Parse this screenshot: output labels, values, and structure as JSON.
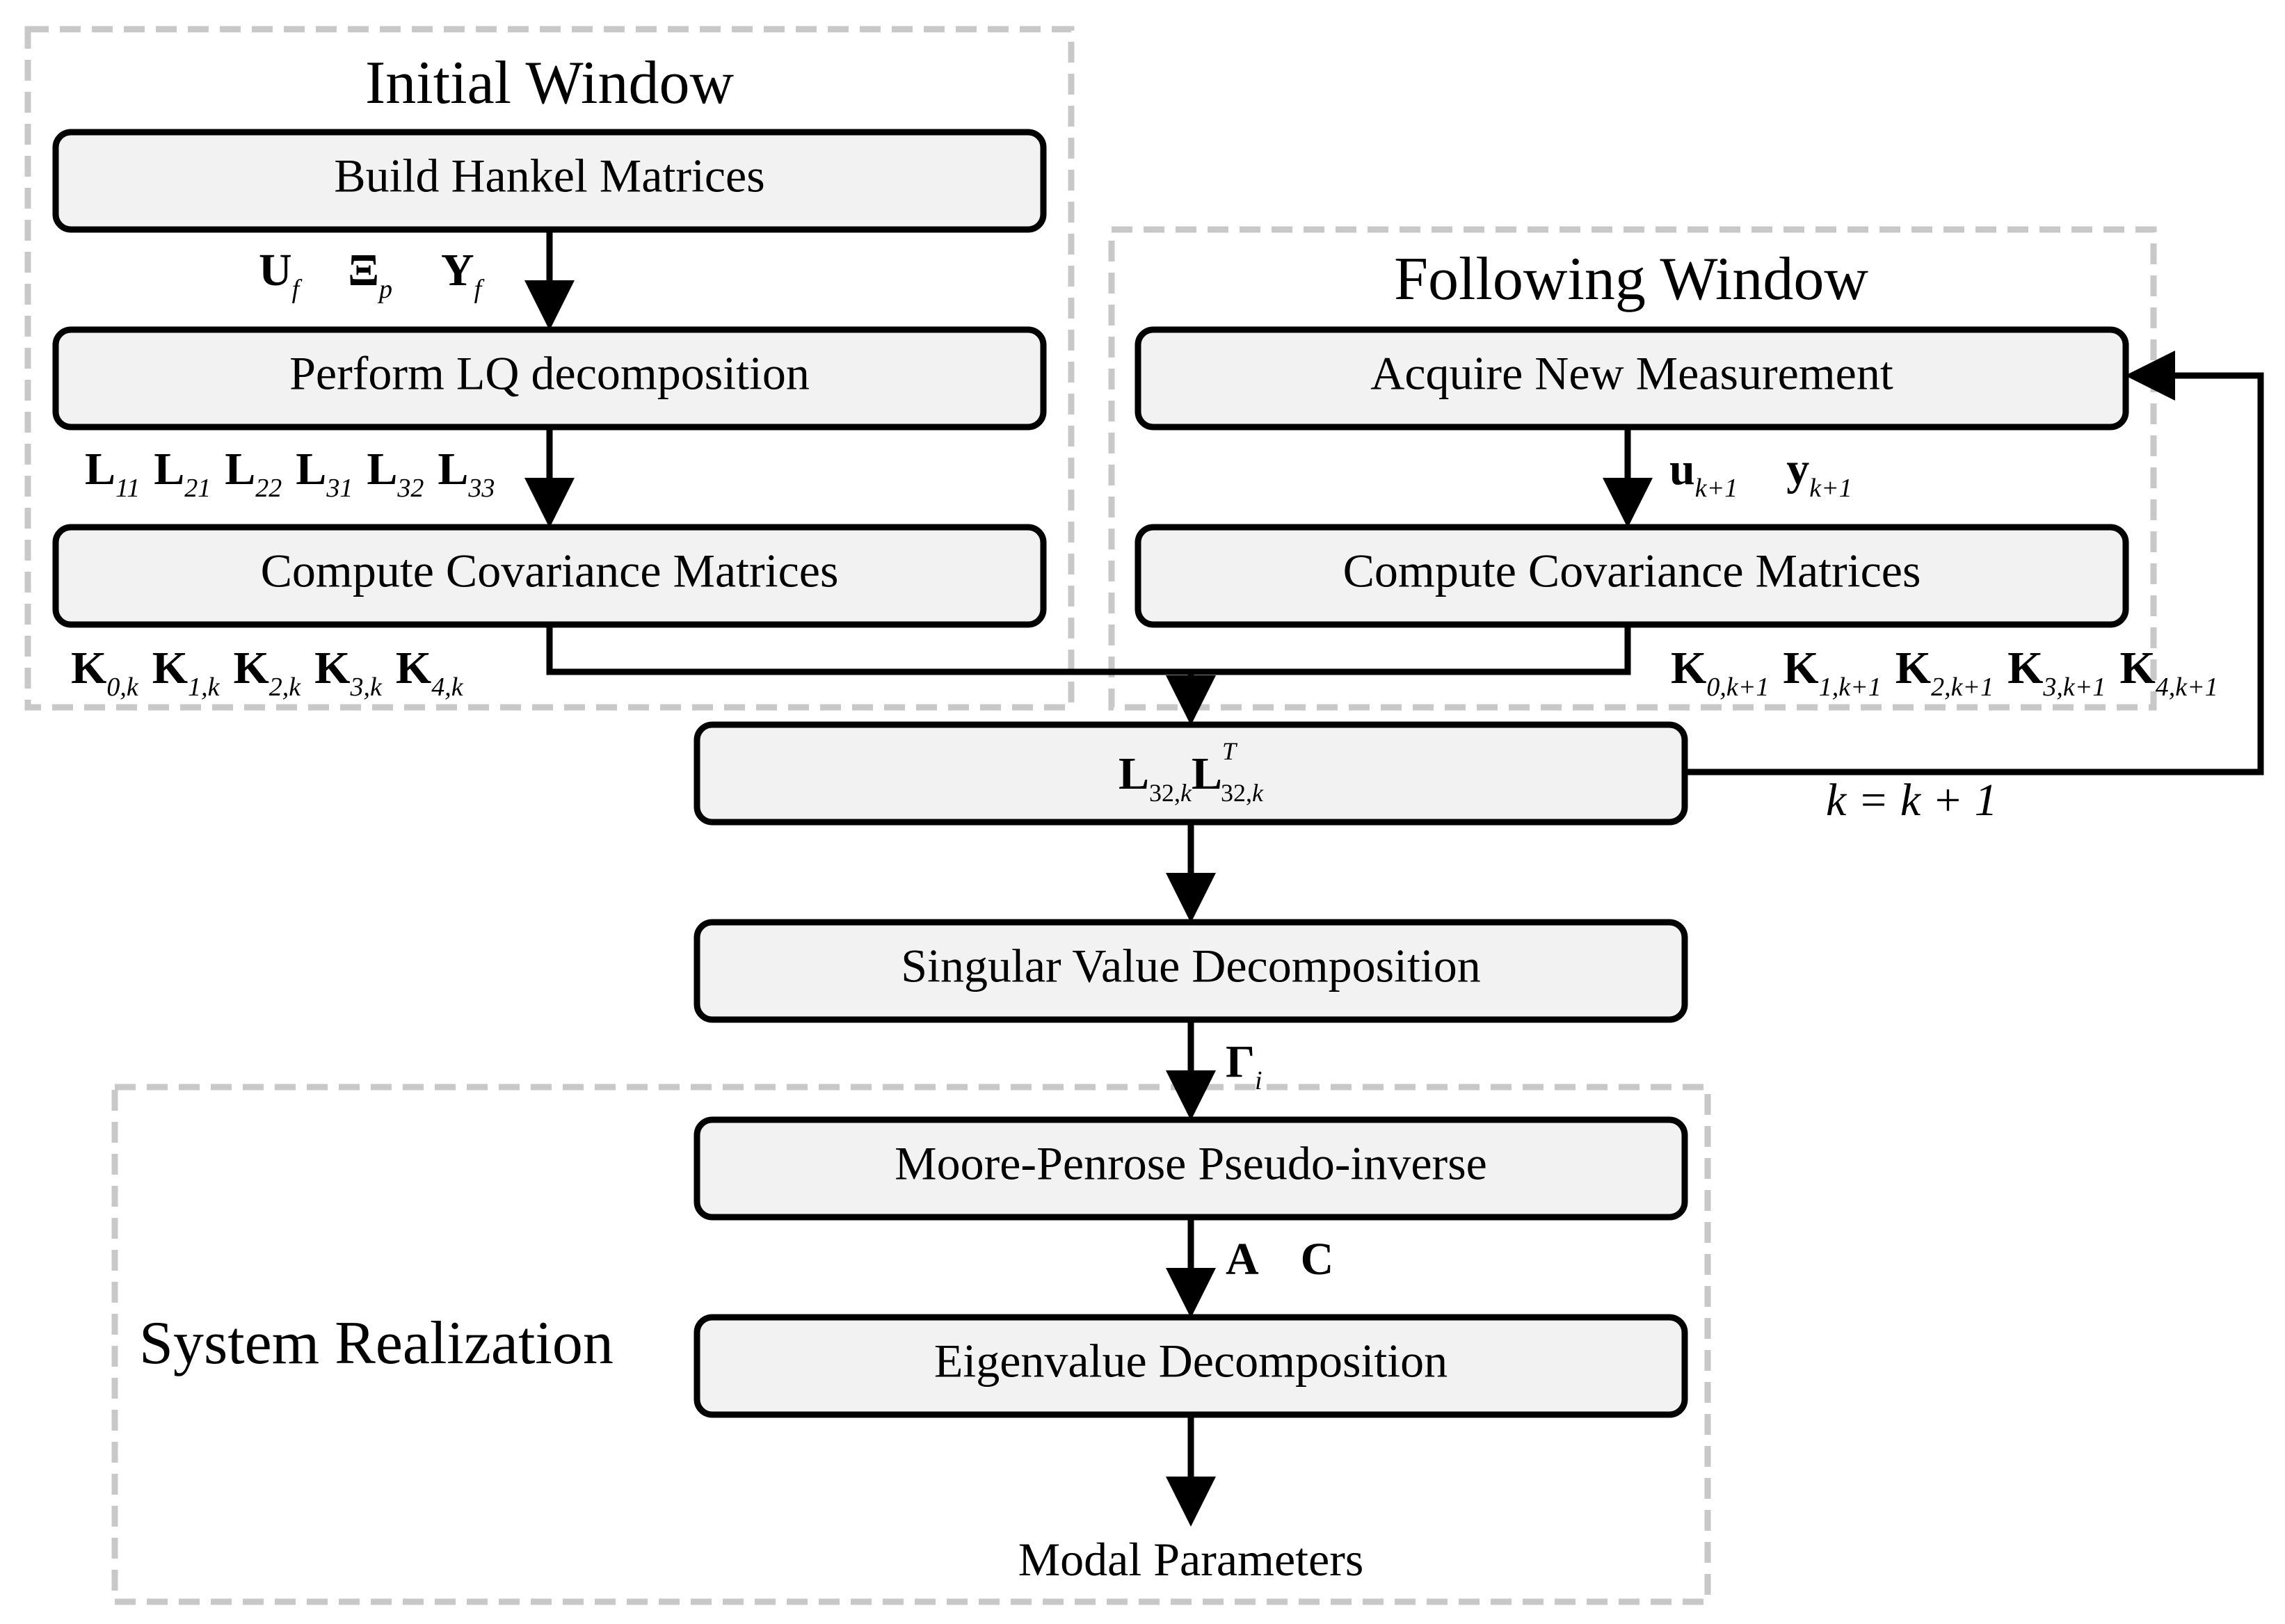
{
  "regions": {
    "initial_window": "Initial Window",
    "following_window": "Following Window",
    "system_realization": "System Realization"
  },
  "nodes": {
    "build_hankel": "Build Hankel Matrices",
    "perform_lq": "Perform LQ decomposition",
    "compute_cov_initial": "Compute Covariance Matrices",
    "acquire_measurement": "Acquire New Measurement",
    "compute_cov_following": "Compute Covariance Matrices",
    "l32_product": {
      "base1": "L",
      "sub1": "32,",
      "sub1k": "k",
      "base2": "L",
      "sup2": "T",
      "sub2": "32,",
      "sub2k": "k"
    },
    "svd": "Singular Value Decomposition",
    "pseudo_inverse": "Moore-Penrose Pseudo-inverse",
    "eigen": "Eigenvalue Decomposition"
  },
  "output": "Modal Parameters",
  "edge_labels": {
    "hankel_to_lq": [
      {
        "base": "U",
        "sub": "f"
      },
      {
        "base": "Ξ",
        "sub": "p"
      },
      {
        "base": "Y",
        "sub": "f"
      }
    ],
    "lq_to_cov": [
      {
        "base": "L",
        "sub": "11"
      },
      {
        "base": "L",
        "sub": "21"
      },
      {
        "base": "L",
        "sub": "22"
      },
      {
        "base": "L",
        "sub": "31"
      },
      {
        "base": "L",
        "sub": "32"
      },
      {
        "base": "L",
        "sub": "33"
      }
    ],
    "cov_initial_out": [
      {
        "base": "K",
        "sub": "0,k"
      },
      {
        "base": "K",
        "sub": "1,k"
      },
      {
        "base": "K",
        "sub": "2,k"
      },
      {
        "base": "K",
        "sub": "3,k"
      },
      {
        "base": "K",
        "sub": "4,k"
      }
    ],
    "measurement_out": [
      {
        "base": "u",
        "sub": "k+1"
      },
      {
        "base": "y",
        "sub": "k+1"
      }
    ],
    "cov_following_out": [
      {
        "base": "K",
        "sub": "0,k+1"
      },
      {
        "base": "K",
        "sub": "1,k+1"
      },
      {
        "base": "K",
        "sub": "2,k+1"
      },
      {
        "base": "K",
        "sub": "3,k+1"
      },
      {
        "base": "K",
        "sub": "4,k+1"
      }
    ],
    "svd_out": {
      "base": "Γ",
      "sub": "i"
    },
    "pinv_out": [
      "A",
      "C"
    ],
    "loop_back": "k = k + 1"
  }
}
